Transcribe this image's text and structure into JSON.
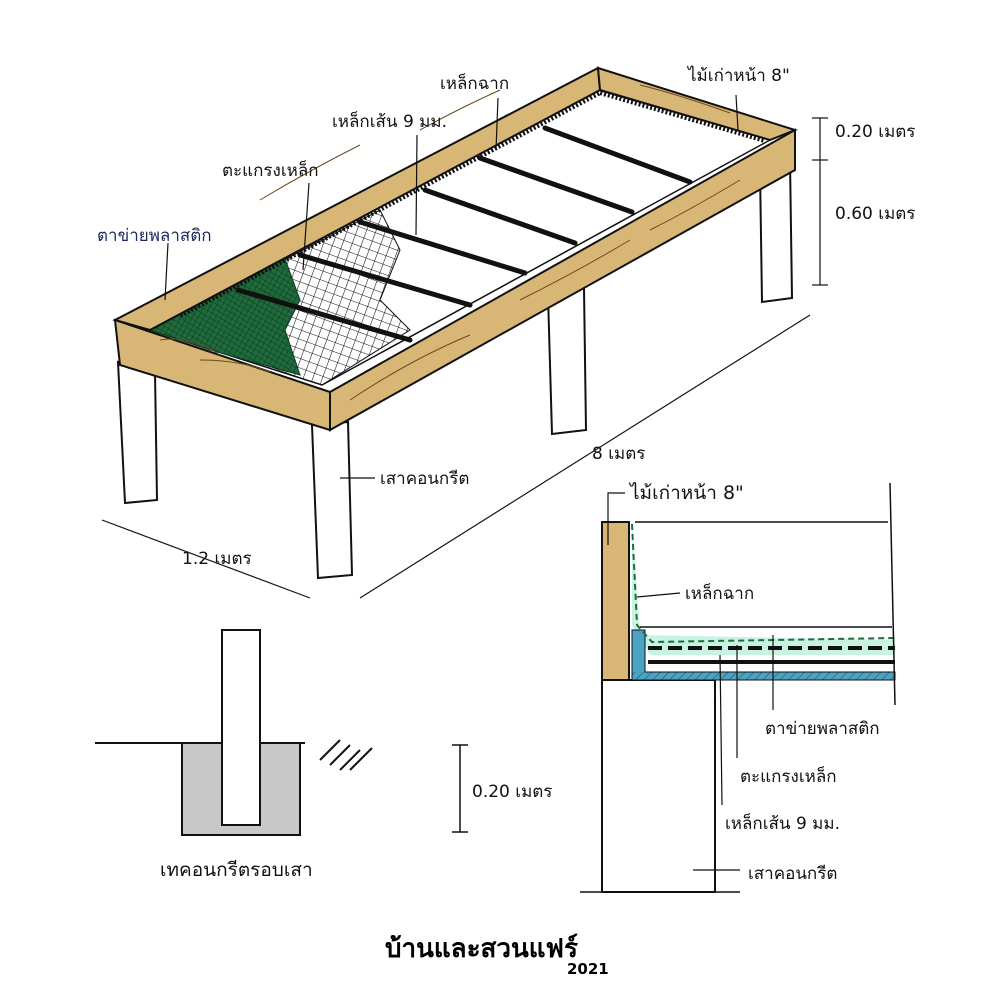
{
  "colors": {
    "wood": "#d8b676",
    "net": "#1f6b3c",
    "angle_steel": "#4aa3c4",
    "net_highlight": "#b9f0d8",
    "concrete": "#c8c8c8"
  },
  "isometric": {
    "labels": {
      "old_wood": "ไม้เก่าหน้า 8\"",
      "angle_steel": "เหล็กฉาก",
      "rebar": "เหล็กเส้น 9 มม.",
      "steel_mesh": "ตะแกรงเหล็ก",
      "plastic_net": "ตาข่ายพลาสติก",
      "concrete_post": "เสาคอนกรีต"
    },
    "dimensions": {
      "frame_height": "0.20 เมตร",
      "leg_height": "0.60 เมตร",
      "length": "8 เมตร",
      "width": "1.2 เมตร"
    }
  },
  "footing": {
    "depth": "0.20 เมตร",
    "caption": "เทคอนกรีตรอบเสา"
  },
  "section": {
    "labels": {
      "old_wood": "ไม้เก่าหน้า 8\"",
      "angle_steel": "เหล็กฉาก",
      "plastic_net": "ตาข่ายพลาสติก",
      "steel_mesh": "ตะแกรงเหล็ก",
      "rebar": "เหล็กเส้น 9 มม.",
      "concrete_post": "เสาคอนกรีต"
    }
  },
  "footer": {
    "title": "บ้านและสวนแฟร์",
    "year": "2021"
  }
}
